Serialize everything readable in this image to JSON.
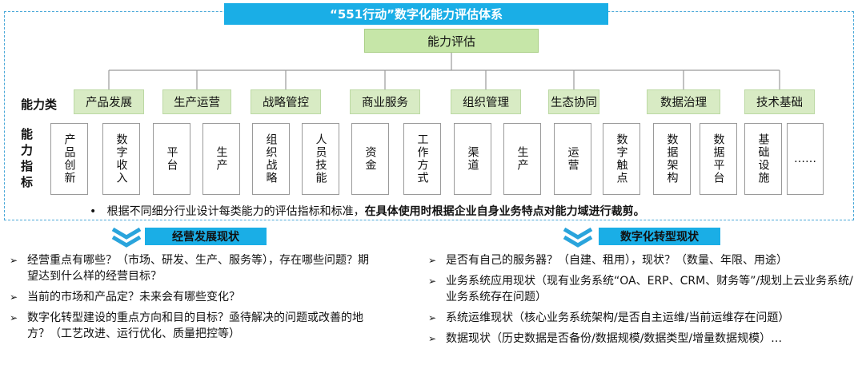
{
  "title": "“551行动”数字化能力评估体系",
  "root": "能力评估",
  "labels": {
    "category_row": "能力类",
    "indicator_row": "能力指标"
  },
  "categories": [
    {
      "label": "产品发展",
      "indicators": [
        "产品创新",
        "数字收入"
      ]
    },
    {
      "label": "生产运营",
      "indicators": [
        "平台",
        "生产"
      ]
    },
    {
      "label": "战略管控",
      "indicators": [
        "组织战略",
        "人员技能"
      ]
    },
    {
      "label": "商业服务",
      "indicators": [
        "资金",
        "工作方式"
      ]
    },
    {
      "label": "组织管理",
      "indicators": [
        "渠道",
        "生产"
      ]
    },
    {
      "label": "生态协同",
      "indicators": [
        "运营",
        "数字触点"
      ]
    },
    {
      "label": "数据治理",
      "indicators": [
        "数据架构",
        "数据平台"
      ]
    },
    {
      "label": "技术基础",
      "indicators": [
        "基础设施",
        "……"
      ]
    }
  ],
  "note": {
    "bullet": "•",
    "normal": "根据不同细分行业设计每类能力的评估指标和标准，",
    "bold": "在具体使用时根据企业自身业务特点对能力域进行裁剪。"
  },
  "left_section": {
    "heading": "经营发展现状",
    "items": [
      "经营重点有哪些？（市场、研发、生产、服务等），存在哪些问题？期望达到什么样的经营目标？",
      "当前的市场和产品定？未来会有哪些变化？",
      "数字化转型建设的重点方向和目的目标？亟待解决的问题或改善的地方？（工艺改进、运行优化、质量把控等）"
    ]
  },
  "right_section": {
    "heading": "数字化转型现状",
    "items": [
      "是否有自己的服务器？（自建、租用），现状？（数量、年限、用途）",
      "业务系统应用现状（现有业务系统“OA、ERP、CRM、财务等”/规划上云业务系统/业务系统存在问题）",
      "系统运维现状（核心业务系统架构/是否自主运维/当前运维存在问题）",
      "数据现状（历史数据是否备份/数据规模/数据类型/增量数据规模）…"
    ]
  },
  "list_marker": "➢",
  "colors": {
    "title_bg": "#1aaee6",
    "root_bg": "#c6e6a8",
    "category_bg": "#d8ebc4",
    "frame": "#4aa8d8",
    "chevron": "#2aa4dc"
  }
}
